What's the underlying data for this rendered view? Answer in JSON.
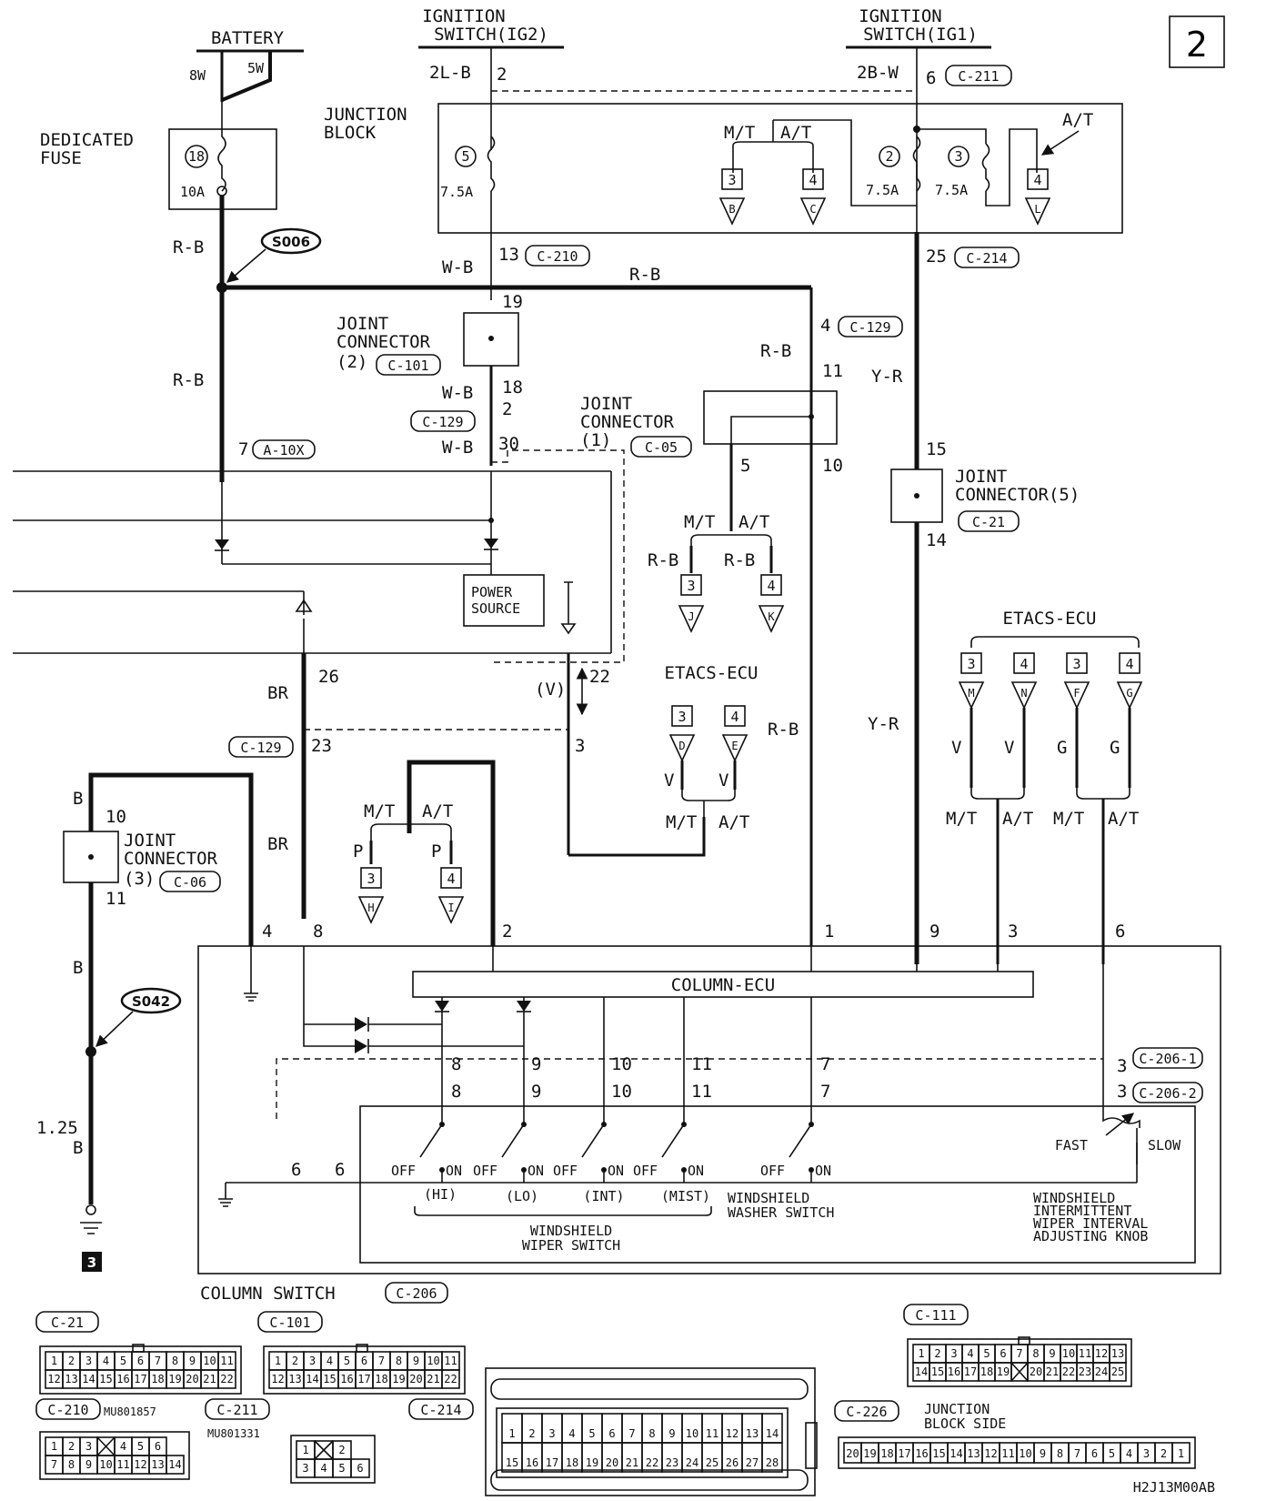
{
  "page_number": "2",
  "figure_code": "H2J13M00AB",
  "power": {
    "battery": "BATTERY",
    "battery_wire_a": "8W",
    "battery_wire_b": "5W",
    "ig2": [
      "IGNITION",
      "SWITCH(IG2)"
    ],
    "ig2_wire": "2L-B",
    "ig2_pin": "2",
    "ig1": [
      "IGNITION",
      "SWITCH(IG1)"
    ],
    "ig1_wire": "2B-W",
    "ig1_pin": "6",
    "ig1_conn": "C-211"
  },
  "dedicated_fuse": {
    "label": [
      "DEDICATED",
      "FUSE"
    ],
    "number": "18",
    "rating": "10A"
  },
  "junction_block": {
    "label": [
      "JUNCTION",
      "BLOCK"
    ],
    "fuses": [
      {
        "number": "5",
        "rating": "7.5A"
      },
      {
        "number": "2",
        "rating": "7.5A"
      },
      {
        "number": "3",
        "rating": "7.5A"
      }
    ],
    "mt": "M/T",
    "at": "A/T",
    "at_right": "A/T",
    "refs": [
      {
        "page": "3",
        "letter": "B"
      },
      {
        "page": "4",
        "letter": "C"
      },
      {
        "page": "4",
        "letter": "L"
      }
    ]
  },
  "splices": {
    "s006": "S006",
    "s042": "S042"
  },
  "wires": {
    "rb": "R-B",
    "wb": "W-B",
    "yr": "Y-R",
    "br": "BR",
    "b": "B",
    "v": "V",
    "g": "G",
    "p": "P",
    "v_paren": "(V)",
    "b125": [
      "1.25",
      "B"
    ]
  },
  "pins": {
    "p13": "13",
    "c210": "C-210",
    "p25": "25",
    "c214": "C-214",
    "p19": "19",
    "p18": "18",
    "p2": "2",
    "p30": "30",
    "p7": "7",
    "a10x": "A-10X",
    "p4": "4",
    "c129": "C-129",
    "p11": "11",
    "p10": "10",
    "p5": "5",
    "p15": "15",
    "p14": "14",
    "p26": "26",
    "p22": "22",
    "p23": "23",
    "p3": "3",
    "col_4": "4",
    "col_8": "8",
    "col_2": "2",
    "col_1": "1",
    "col_9": "9",
    "col_3": "3",
    "col_6": "6",
    "jc3_10": "10",
    "jc3_11": "11"
  },
  "joint_connectors": {
    "jc2": [
      "JOINT",
      "CONNECTOR",
      "(2)"
    ],
    "jc2_conn": "C-101",
    "jc1": [
      "JOINT",
      "CONNECTOR",
      "(1)"
    ],
    "jc1_conn": "C-05",
    "jc5": [
      "JOINT",
      "CONNECTOR(5)"
    ],
    "jc5_conn": "C-21",
    "jc3": [
      "JOINT",
      "CONNECTOR",
      "(3)"
    ],
    "jc3_conn": "C-06"
  },
  "power_source": [
    "POWER",
    "SOURCE"
  ],
  "etacs_mid": {
    "label": "ETACS-ECU",
    "refs": [
      {
        "page": "3",
        "letter": "D"
      },
      {
        "page": "4",
        "letter": "E"
      }
    ]
  },
  "etacs_right": {
    "label": "ETACS-ECU",
    "refs": [
      {
        "page": "3",
        "letter": "M"
      },
      {
        "page": "4",
        "letter": "N"
      },
      {
        "page": "3",
        "letter": "F"
      },
      {
        "page": "4",
        "letter": "G"
      }
    ]
  },
  "refs_jk": [
    {
      "page": "3",
      "letter": "J"
    },
    {
      "page": "4",
      "letter": "K"
    }
  ],
  "refs_hi": [
    {
      "page": "3",
      "letter": "H"
    },
    {
      "page": "4",
      "letter": "I"
    }
  ],
  "column": {
    "ecu": "COLUMN-ECU",
    "switch": "COLUMN SWITCH",
    "switch_conn": "C-206",
    "c2061": "C-206-1",
    "c2062": "C-206-2",
    "inner_pins": [
      "8",
      "9",
      "10",
      "11",
      "7",
      "3"
    ],
    "off": "OFF",
    "on": "ON",
    "modes": [
      "(HI)",
      "(LO)",
      "(INT)",
      "(MIST)"
    ],
    "wiper_switch": [
      "WINDSHIELD",
      "WIPER SWITCH"
    ],
    "washer_switch": [
      "WINDSHIELD",
      "WASHER SWITCH"
    ],
    "knob": [
      "WINDSHIELD",
      "INTERMITTENT",
      "WIPER INTERVAL",
      "ADJUSTING KNOB"
    ],
    "fast": "FAST",
    "slow": "SLOW",
    "p6": "6"
  },
  "ground_ref": "3",
  "connectors": {
    "c21": {
      "name": "C-21",
      "row1": [
        "1",
        "2",
        "3",
        "4",
        "5",
        "6",
        "7",
        "8",
        "9",
        "10",
        "11"
      ],
      "row2": [
        "12",
        "13",
        "14",
        "15",
        "16",
        "17",
        "18",
        "19",
        "20",
        "21",
        "22"
      ]
    },
    "c101": {
      "name": "C-101",
      "row1": [
        "1",
        "2",
        "3",
        "4",
        "5",
        "6",
        "7",
        "8",
        "9",
        "10",
        "11"
      ],
      "row2": [
        "12",
        "13",
        "14",
        "15",
        "16",
        "17",
        "18",
        "19",
        "20",
        "21",
        "22"
      ]
    },
    "c111": {
      "name": "C-111",
      "row1": [
        "1",
        "2",
        "3",
        "4",
        "5",
        "6",
        "7",
        "8",
        "9",
        "10",
        "11",
        "12",
        "13"
      ],
      "row2": [
        "14",
        "15",
        "16",
        "17",
        "18",
        "19",
        "",
        "20",
        "21",
        "22",
        "23",
        "24",
        "25"
      ]
    },
    "c210": {
      "name": "C-210",
      "part": "MU801857",
      "row1": [
        "1",
        "2",
        "3",
        "",
        "4",
        "5",
        "6"
      ],
      "row2": [
        "7",
        "8",
        "9",
        "10",
        "11",
        "12",
        "13",
        "14"
      ]
    },
    "c211": {
      "name": "C-211",
      "part": "MU801331",
      "row1": [
        "1",
        "",
        "2"
      ],
      "row2": [
        "3",
        "4",
        "5",
        "6"
      ]
    },
    "c214": {
      "name": "C-214",
      "row1": [
        "1",
        "2",
        "3",
        "4",
        "5",
        "6",
        "7",
        "8",
        "9",
        "10",
        "11",
        "12",
        "13",
        "14"
      ],
      "row2": [
        "15",
        "16",
        "17",
        "18",
        "19",
        "20",
        "21",
        "22",
        "23",
        "24",
        "25",
        "26",
        "27",
        "28"
      ]
    },
    "c226": {
      "name": "C-226",
      "note": [
        "JUNCTION",
        "BLOCK SIDE"
      ],
      "row1": [
        "20",
        "19",
        "18",
        "17",
        "16",
        "15",
        "14",
        "13",
        "12",
        "11",
        "10",
        "9",
        "8",
        "7",
        "6",
        "5",
        "4",
        "3",
        "2",
        "1"
      ]
    }
  }
}
